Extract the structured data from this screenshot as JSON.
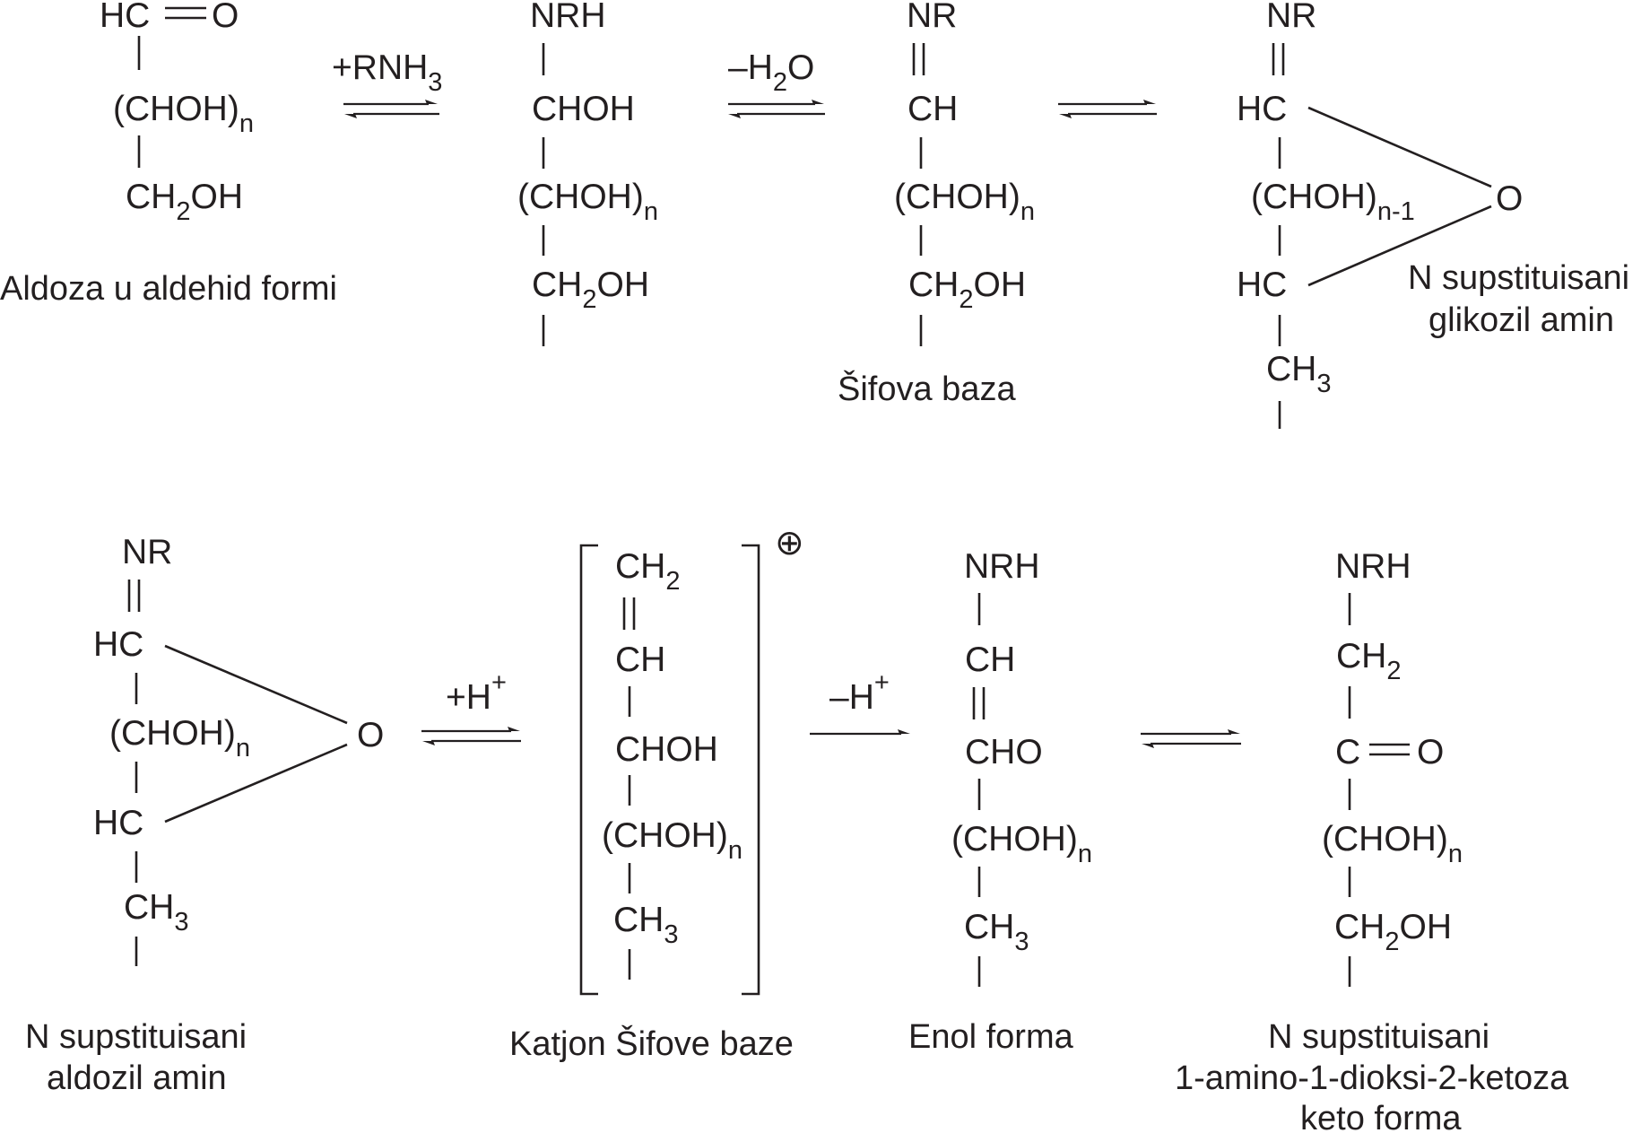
{
  "top_row": {
    "aldose": {
      "carbonyl": "HC",
      "oxygen": "O",
      "chain": "(CHOH)",
      "chain_sub": "n",
      "terminal_main": "CH",
      "terminal_sub": "2",
      "terminal_rest": "OH",
      "label": "Aldoza u aldehid formi"
    },
    "arrow1": {
      "label_main": "+RNH",
      "label_sub": "3"
    },
    "amino_adduct": {
      "top": "NRH",
      "c1": "CHOH",
      "chain": "(CHOH)",
      "chain_sub": "n",
      "terminal_main": "CH",
      "terminal_sub": "2",
      "terminal_rest": "OH"
    },
    "arrow2": {
      "label_main": "–H",
      "label_sub": "2",
      "label_rest": "O"
    },
    "schiff_base": {
      "top": "NR",
      "c1": "CH",
      "chain": "(CHOH)",
      "chain_sub": "n",
      "terminal_main": "CH",
      "terminal_sub": "2",
      "terminal_rest": "OH",
      "label": "Šifova baza"
    },
    "glycosylamine": {
      "top": "NR",
      "c1": "HC",
      "chain": "(CHOH)",
      "chain_sub": "n-1",
      "c5": "HC",
      "ring_oxygen": "O",
      "terminal_main": "CH",
      "terminal_sub": "3",
      "label_line1": "N supstituisani",
      "label_line2": "glikozil amin"
    }
  },
  "bottom_row": {
    "aldosylamine": {
      "top": "NR",
      "c1": "HC",
      "chain": "(CHOH)",
      "chain_sub": "n",
      "c5": "HC",
      "ring_oxygen": "O",
      "terminal_main": "CH",
      "terminal_sub": "3",
      "label_line1": "N supstituisani",
      "label_line2": "aldozil amin"
    },
    "arrow4": {
      "label_main": "+H",
      "label_sup": "+"
    },
    "schiff_cation": {
      "top_main": "CH",
      "top_sub": "2",
      "c2": "CH",
      "c3": "CHOH",
      "chain": "(CHOH)",
      "chain_sub": "n",
      "terminal_main": "CH",
      "terminal_sub": "3",
      "charge": "⊕",
      "label": "Katjon Šifove baze"
    },
    "arrow5": {
      "label_main": "–H",
      "label_sup": "+"
    },
    "enol": {
      "top": "NRH",
      "c1": "CH",
      "c2": "CHO",
      "chain": "(CHOH)",
      "chain_sub": "n",
      "terminal_main": "CH",
      "terminal_sub": "3",
      "label": "Enol forma"
    },
    "keto": {
      "top": "NRH",
      "c1_main": "CH",
      "c1_sub": "2",
      "c2": "C",
      "c2_oxygen": "O",
      "chain": "(CHOH)",
      "chain_sub": "n",
      "terminal_main": "CH",
      "terminal_sub": "2",
      "terminal_rest": "OH",
      "label_line1": "N supstituisani",
      "label_line2": "1-amino-1-dioksi-2-ketoza",
      "label_line3": "keto forma"
    }
  }
}
